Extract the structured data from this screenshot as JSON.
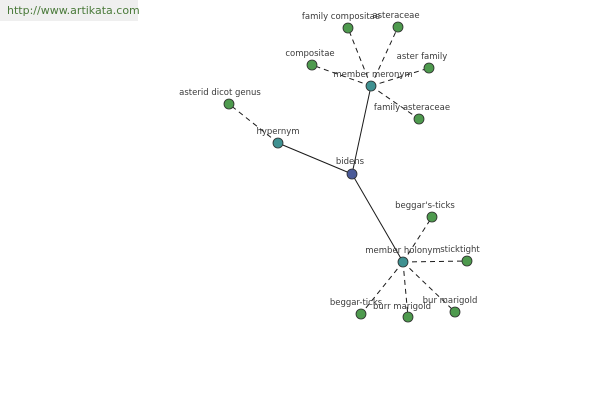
{
  "site_url": "http://www.artikata.com",
  "colors": {
    "center": "#4a5a98",
    "relation": "#3f9191",
    "leaf": "#4e9a4e",
    "edge": "#1a1a1a"
  },
  "graph": {
    "nodes": [
      {
        "id": "bidens",
        "label": "bidens",
        "kind": "center"
      },
      {
        "id": "hypernym",
        "label": "hypernym",
        "kind": "relation"
      },
      {
        "id": "member-meronym",
        "label": "member meronym",
        "kind": "relation"
      },
      {
        "id": "member-holonym",
        "label": "member holonym",
        "kind": "relation"
      },
      {
        "id": "asterid-dicot-genus",
        "label": "asterid dicot genus",
        "kind": "leaf"
      },
      {
        "id": "family-compositae",
        "label": "family compositae",
        "kind": "leaf"
      },
      {
        "id": "asteraceae",
        "label": "asteraceae",
        "kind": "leaf"
      },
      {
        "id": "compositae",
        "label": "compositae",
        "kind": "leaf"
      },
      {
        "id": "aster-family",
        "label": "aster family",
        "kind": "leaf"
      },
      {
        "id": "family-asteraceae",
        "label": "family asteraceae",
        "kind": "leaf"
      },
      {
        "id": "beggars-ticks",
        "label": "beggar's-ticks",
        "kind": "leaf"
      },
      {
        "id": "sticktight",
        "label": "sticktight",
        "kind": "leaf"
      },
      {
        "id": "beggar-ticks",
        "label": "beggar-ticks",
        "kind": "leaf"
      },
      {
        "id": "burr-marigold",
        "label": "burr marigold",
        "kind": "leaf"
      },
      {
        "id": "bur-marigold",
        "label": "bur marigold",
        "kind": "leaf"
      }
    ],
    "edges": [
      {
        "from": "bidens",
        "to": "hypernym",
        "style": "solid"
      },
      {
        "from": "bidens",
        "to": "member-meronym",
        "style": "solid"
      },
      {
        "from": "bidens",
        "to": "member-holonym",
        "style": "solid"
      },
      {
        "from": "hypernym",
        "to": "asterid-dicot-genus",
        "style": "dashed"
      },
      {
        "from": "member-meronym",
        "to": "family-compositae",
        "style": "dashed"
      },
      {
        "from": "member-meronym",
        "to": "asteraceae",
        "style": "dashed"
      },
      {
        "from": "member-meronym",
        "to": "compositae",
        "style": "dashed"
      },
      {
        "from": "member-meronym",
        "to": "aster-family",
        "style": "dashed"
      },
      {
        "from": "member-meronym",
        "to": "family-asteraceae",
        "style": "dashed"
      },
      {
        "from": "member-holonym",
        "to": "beggars-ticks",
        "style": "dashed"
      },
      {
        "from": "member-holonym",
        "to": "sticktight",
        "style": "dashed"
      },
      {
        "from": "member-holonym",
        "to": "beggar-ticks",
        "style": "dashed"
      },
      {
        "from": "member-holonym",
        "to": "burr-marigold",
        "style": "dashed"
      },
      {
        "from": "member-holonym",
        "to": "bur-marigold",
        "style": "dashed"
      }
    ]
  }
}
